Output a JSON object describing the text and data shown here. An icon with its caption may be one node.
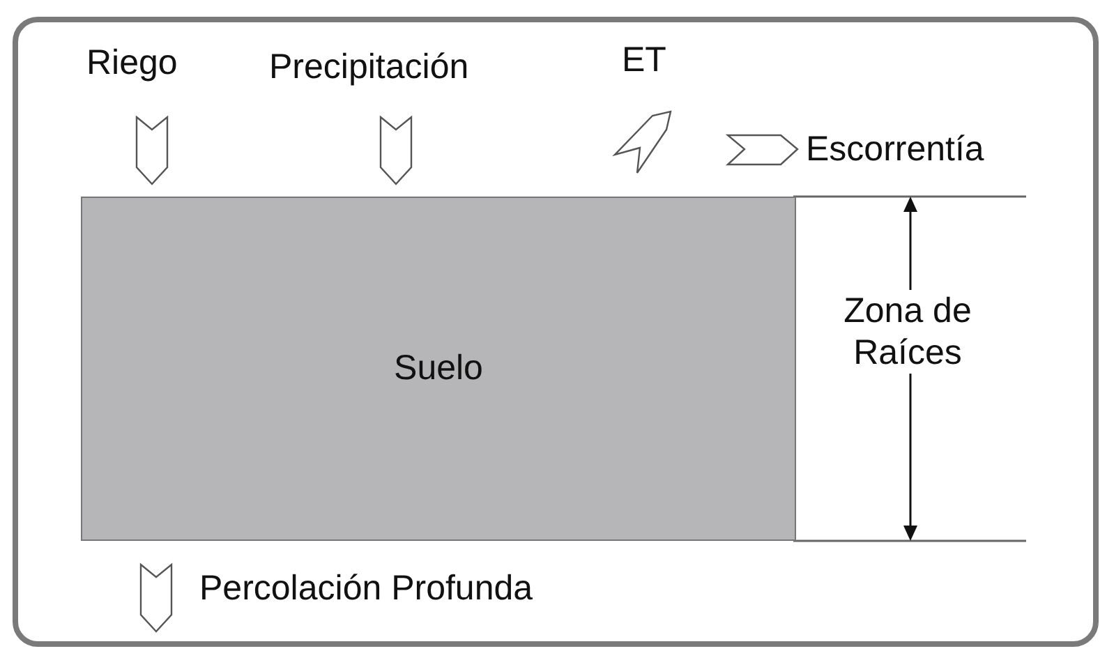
{
  "diagram": {
    "nodes": [
      {
        "text": [
          "Suelo"
        ]
      }
    ],
    "labels": [
      "Riego",
      "Precipitación",
      "ET",
      "Escorrentía",
      "Zona de Raíces",
      "Percolación Profunda"
    ]
  }
}
